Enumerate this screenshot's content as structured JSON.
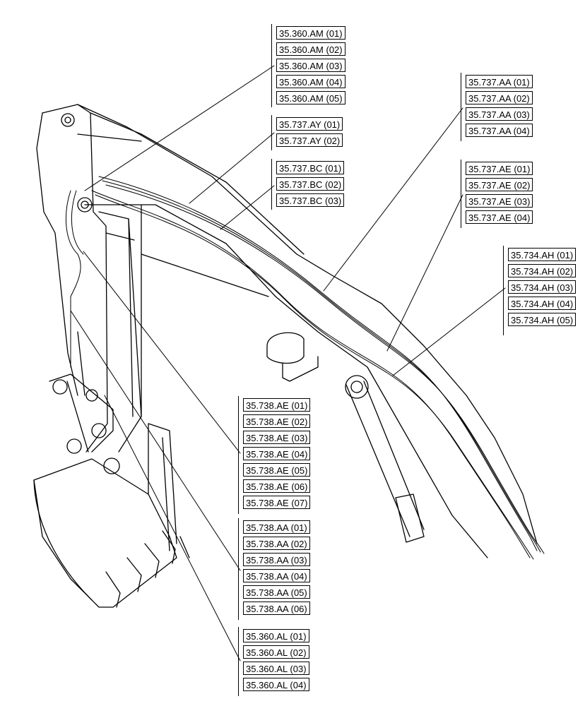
{
  "colors": {
    "ink": "#000000",
    "paper": "#ffffff"
  },
  "callouts": {
    "am": [
      "35.360.AM (01)",
      "35.360.AM (02)",
      "35.360.AM (03)",
      "35.360.AM (04)",
      "35.360.AM (05)"
    ],
    "ay": [
      "35.737.AY (01)",
      "35.737.AY (02)"
    ],
    "bc": [
      "35.737.BC (01)",
      "35.737.BC (02)",
      "35.737.BC (03)"
    ],
    "aa737": [
      "35.737.AA (01)",
      "35.737.AA (02)",
      "35.737.AA (03)",
      "35.737.AA (04)"
    ],
    "ae737": [
      "35.737.AE (01)",
      "35.737.AE (02)",
      "35.737.AE (03)",
      "35.737.AE (04)"
    ],
    "ah734": [
      "35.734.AH (01)",
      "35.734.AH (02)",
      "35.734.AH (03)",
      "35.734.AH (04)",
      "35.734.AH (05)"
    ],
    "ae738": [
      "35.738.AE (01)",
      "35.738.AE (02)",
      "35.738.AE (03)",
      "35.738.AE (04)",
      "35.738.AE (05)",
      "35.738.AE (06)",
      "35.738.AE (07)"
    ],
    "aa738": [
      "35.738.AA (01)",
      "35.738.AA (02)",
      "35.738.AA (03)",
      "35.738.AA (04)",
      "35.738.AA (05)",
      "35.738.AA (06)"
    ],
    "al360": [
      "35.360.AL (01)",
      "35.360.AL (02)",
      "35.360.AL (03)",
      "35.360.AL (04)"
    ]
  }
}
